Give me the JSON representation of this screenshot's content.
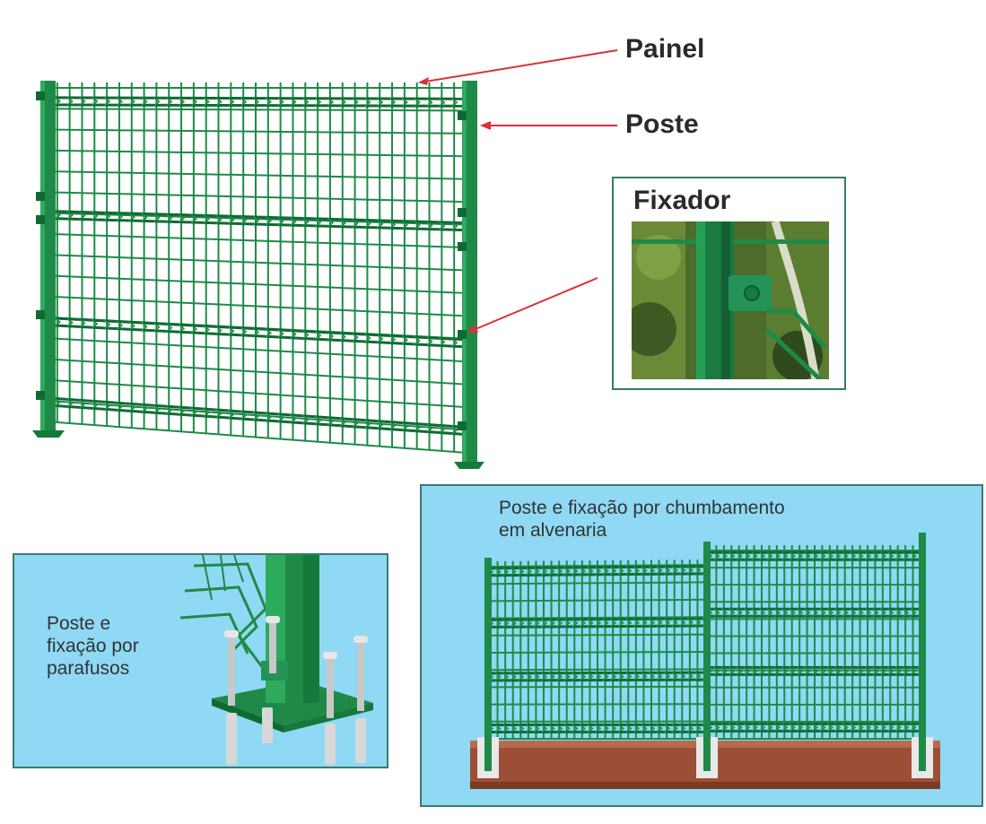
{
  "labels": {
    "painel": "Painel",
    "poste": "Poste",
    "fixador": "Fixador"
  },
  "captions": {
    "parafusos": [
      "Poste e",
      "fixação por",
      "parafusos"
    ],
    "chumbamento": [
      "Poste e fixação por chumbamento",
      "em alvenaria"
    ]
  },
  "colors": {
    "fence_green": "#1f8a48",
    "fence_dark": "#0f6a32",
    "arrow_red": "#d9303a",
    "panel_blue": "#8fd9f4",
    "border": "#3a7a6e",
    "wall_brown": "#9c4f36"
  }
}
